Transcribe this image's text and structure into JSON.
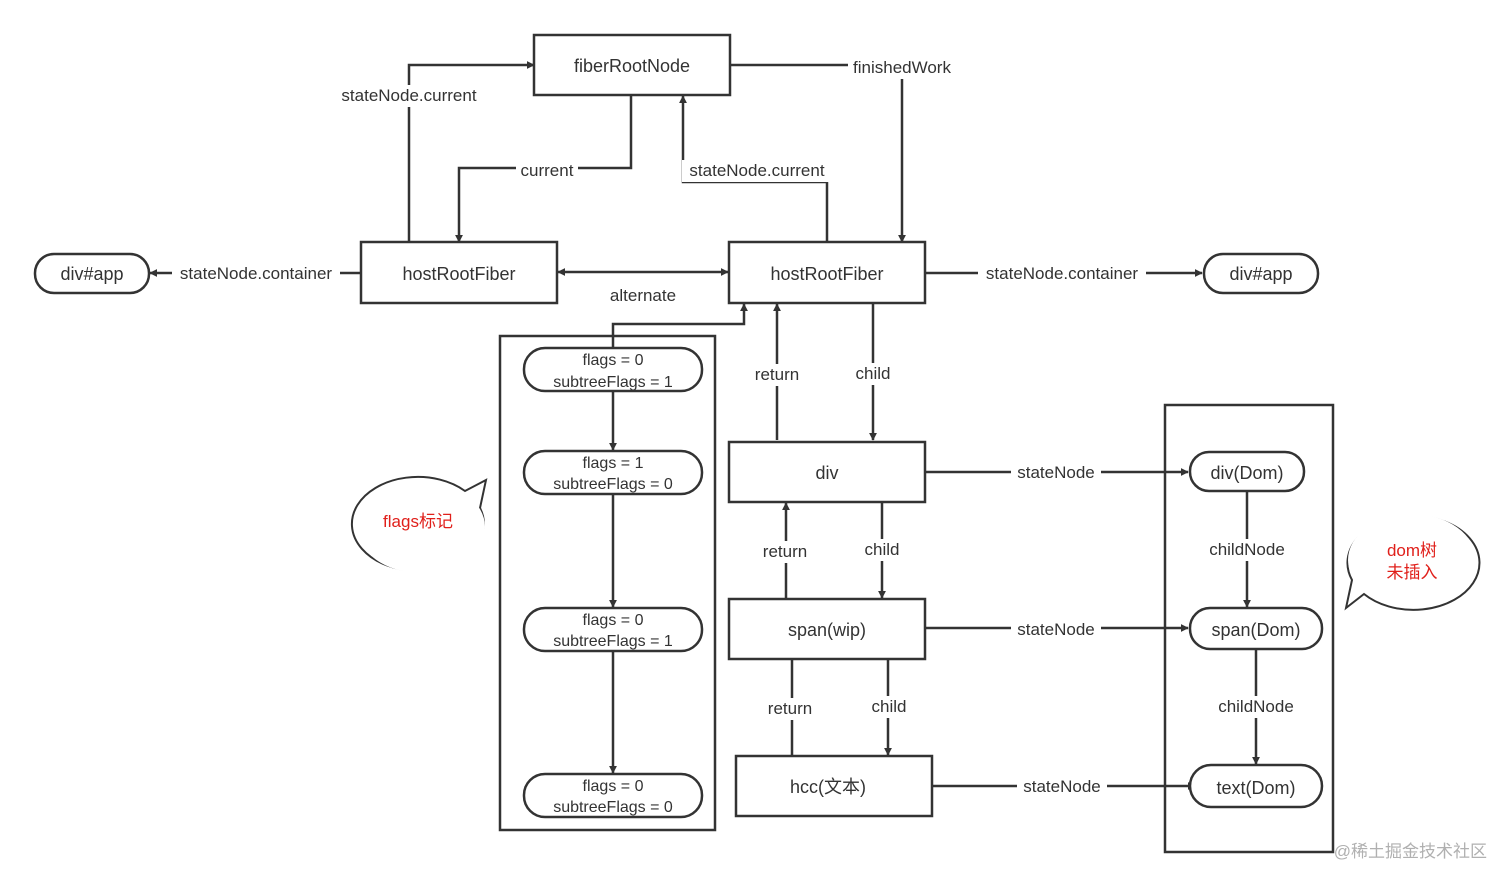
{
  "nodes": {
    "fiber_root": "fiberRootNode",
    "host_root_current": "hostRootFiber",
    "host_root_wip": "hostRootFiber",
    "app_left": "div#app",
    "app_right": "div#app",
    "div": "div",
    "span": "span(wip)",
    "hcc": "hcc(文本)",
    "dom_div": "div(Dom)",
    "dom_span": "span(Dom)",
    "dom_text": "text(Dom)"
  },
  "flags": [
    {
      "flags": "flags = 0",
      "subtree": "subtreeFlags = 1"
    },
    {
      "flags": "flags = 1",
      "subtree": "subtreeFlags = 0"
    },
    {
      "flags": "flags = 0",
      "subtree": "subtreeFlags = 1"
    },
    {
      "flags": "flags = 0",
      "subtree": "subtreeFlags = 0"
    }
  ],
  "edges": {
    "statenode_current_left": "stateNode.current",
    "current": "current",
    "statenode_current_mid": "stateNode.current",
    "finished_work": "finishedWork",
    "statenode_container_left": "stateNode.container",
    "statenode_container_right": "stateNode.container",
    "alternate": "alternate",
    "return_1": "return",
    "child_1": "child",
    "return_2": "return",
    "child_2": "child",
    "return_3": "return",
    "child_3": "child",
    "statenode_div": "stateNode",
    "statenode_span": "stateNode",
    "statenode_hcc": "stateNode",
    "childnode_1": "childNode",
    "childnode_2": "childNode"
  },
  "callouts": {
    "flags_marker": "flags标记",
    "dom_line1": "dom树",
    "dom_line2": "未插入"
  },
  "watermark": "@稀土掘金技术社区",
  "colors": {
    "stroke": "#333333",
    "text": "#333333",
    "annotation_red": "#e0201b",
    "watermark": "#b0b0b0"
  }
}
